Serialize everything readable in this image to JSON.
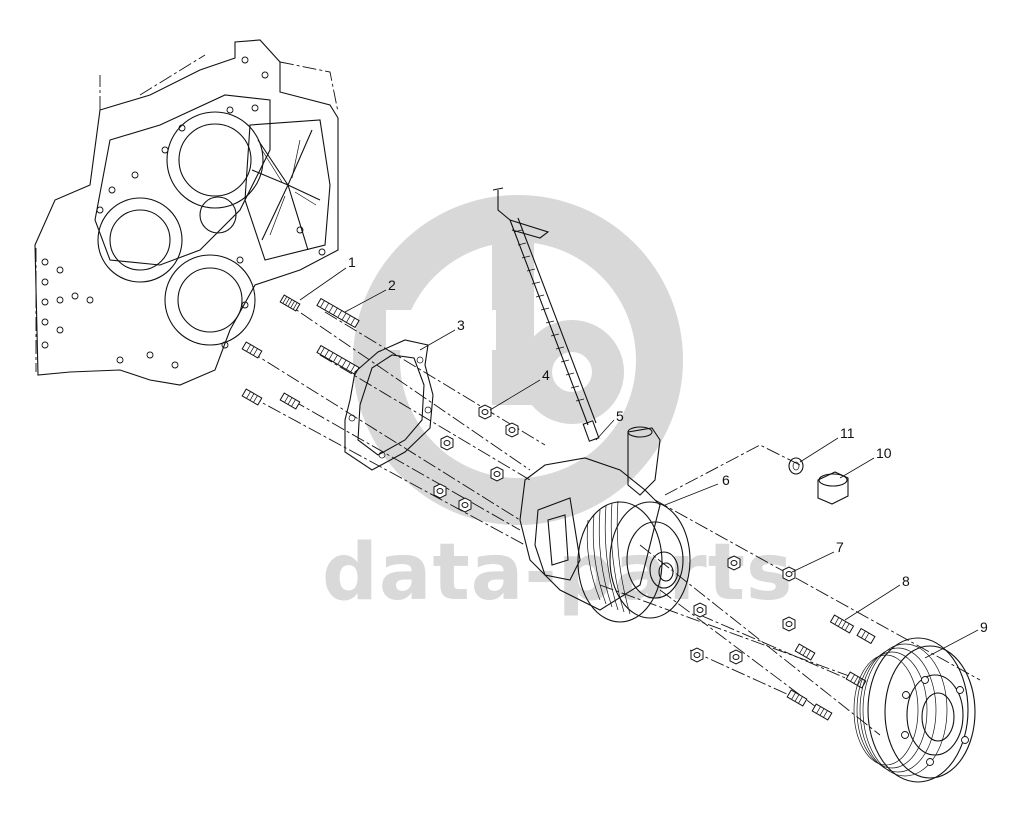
{
  "watermark": {
    "text": "data-parts",
    "icon": "dp-logo-icon",
    "color": "#d9d9d9"
  },
  "callouts": [
    "1",
    "2",
    "3",
    "4",
    "5",
    "6",
    "7",
    "8",
    "9",
    "10",
    "11"
  ]
}
